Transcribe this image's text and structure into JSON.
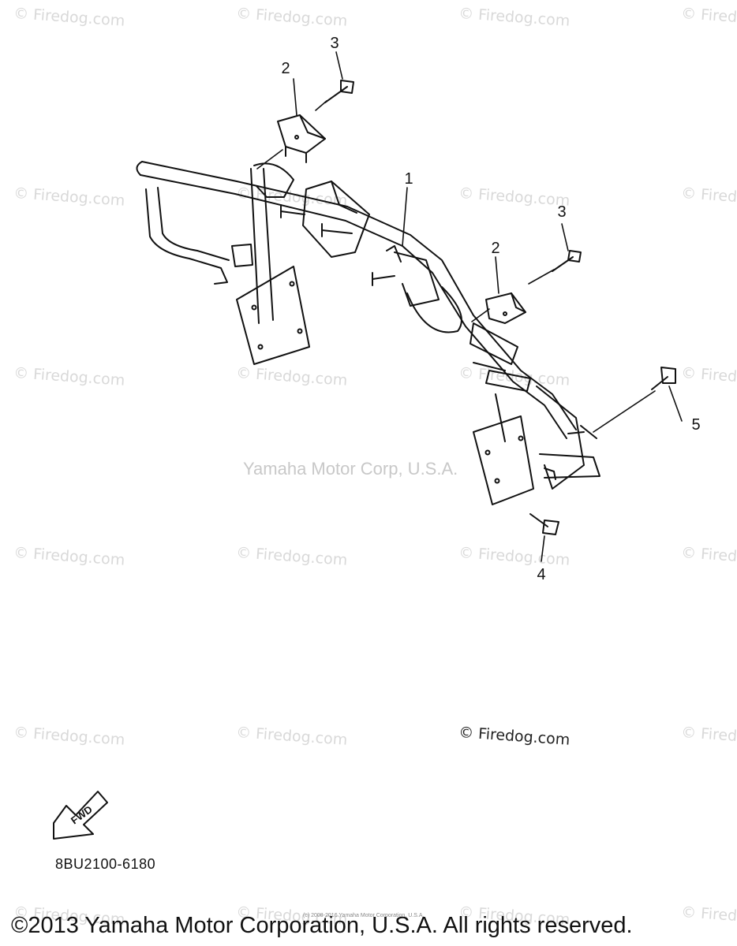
{
  "watermark": "© Firedog.com",
  "center_watermark": "Yamaha Motor Corp, U.S.A.",
  "firedog_credit": "© Firedog.com",
  "callouts": {
    "c1": "1",
    "c2a": "2",
    "c2b": "2",
    "c3a": "3",
    "c3b": "3",
    "c4": "4",
    "c5": "5"
  },
  "fwd_label": "FWD",
  "diagram_code": "8BU2100-6180",
  "tiny_note": "(c) 2008-2016 Yamaha Motor Corporation, U.S.A.",
  "copyright": "©2013 Yamaha Motor Corporation, U.S.A. All rights reserved."
}
